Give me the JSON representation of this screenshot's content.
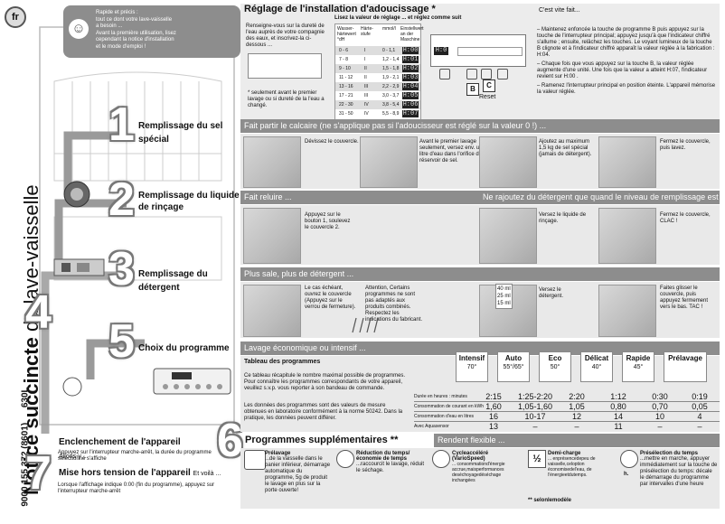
{
  "lang_badge": "fr",
  "title_bold": "Notice succincte",
  "title_rest": " du lave-vaisselle",
  "doc_code": "9000 155 372 (8601)",
  "model": "630L",
  "tip": {
    "lines": [
      "Rapide et précis :",
      "tout ce dont votre lave-vaisselle",
      "a besoin ...",
      "Avant la première utilisation, lisez",
      "cependant la notice d'installation",
      "et le mode d'emploi !"
    ]
  },
  "steps": {
    "s1": {
      "num": "1",
      "title": "Remplissage du sel spécial",
      "bar": "Fait partir le calcaire (ne s'applique pas si l'adoucisseur est réglé sur la valeur 0 !) ..."
    },
    "s2": {
      "num": "2",
      "title": "Remplissage du liquide",
      "title2": "de rinçage",
      "bar": "Fait reluire ...",
      "bar_right": "Ne rajoutez du détergent que quand le niveau de remplissage est affiché !"
    },
    "s3": {
      "num": "3",
      "title": "Remplissage du détergent",
      "bar": "Plus sale, plus de détergent ..."
    },
    "s4": {
      "num": "4"
    },
    "s5": {
      "num": "5",
      "title": "Choix du programme",
      "bar": "Lavage économique ou intensif ..."
    },
    "s6": {
      "num": "6",
      "title": "Programmes supplémentaires **",
      "bar": "Rendent flexible ..."
    },
    "s7": {
      "num": "7",
      "title": "Mise hors tension de l'appareil",
      "bar": "Et voilà ...",
      "text": "Lorsque l'affichage indique 0:00 (fin du programme), appuyez sur l'interrupteur marche-arrêt"
    },
    "enclenchement": {
      "title": "Enclenchement de l'appareil",
      "bar": "Allons-y ...",
      "text": "Appuyez sur l'interrupteur marche-arrêt, la durée du programme sélectionné s'affiche"
    }
  },
  "softener": {
    "title": "Réglage de l'installation d'adoucissage *",
    "right_label": "C'est vite fait...",
    "subtitle": "Lisez la valeur de réglage ... et réglez comme suit",
    "left_text": "Renseigne-vous sur la dureté de l'eau auprès de votre compagnie des eaux, et inscrivez-la ci-dessous ...",
    "footnote": "* seulement avant le premier lavage ou si dureté de la l'eau a changé.",
    "headers": [
      "Wasser-härtewert °dH",
      "Härte-stufe",
      "mmol/l",
      "Einstellwert an der Maschine"
    ],
    "rows": [
      [
        "0 - 6",
        "I",
        "0 - 1,1",
        "H:00"
      ],
      [
        "7 - 8",
        "I",
        "1,2 - 1,4",
        "H:01"
      ],
      [
        "9 - 10",
        "II",
        "1,5 - 1,8",
        "H:02"
      ],
      [
        "11 - 12",
        "II",
        "1,9 - 2,1",
        "H:03"
      ],
      [
        "13 - 16",
        "III",
        "2,2 - 2,9",
        "H:04"
      ],
      [
        "17 - 21",
        "III",
        "3,0 - 3,7",
        "H:05"
      ],
      [
        "22 - 30",
        "IV",
        "3,8 - 5,4",
        "H:06"
      ],
      [
        "31 - 50",
        "IV",
        "5,5 - 8,9",
        "H:07"
      ]
    ],
    "panel_labels": {
      "b": "B",
      "c": "C",
      "reset": "Reset"
    },
    "instructions": [
      "– Maintenez enfoncée la touche de programme B puis appuyez sur la touche de l'interrupteur principal; appuyez jusqu'à que l'indicateur chiffré s'allume ; ensuite, relâchez les touches. Le voyant lumineux de la touche B clignote et à l'indicateur chiffré apparaît la valeur réglée à la fabrication : H:04.",
      "– Chaque fois que vous appuyez sur la touche B, la valeur réglée augmente d'une unité. Une fois que la valeur a atteint H:07, l'indicateur revient sur H:00 .",
      "– Ramenez l'interrupteur principal en position éteinte. L'appareil mémorise la valeur réglée."
    ]
  },
  "salt": {
    "c1": "Dévissez le couvercle.",
    "c2": "Avant le premier lavage seulement, versez env. un litre d'eau dans l'orifice du réservoir de sel.",
    "c3": "Ajoutez au maximum 1,5 kg de sel spécial (jamais de détergent).",
    "c4": "Fermez le couvercle, puis lavez."
  },
  "rinse": {
    "c1": "Appuyez sur le bouton 1, soulevez le couvercle 2.",
    "c2": "Versez le liquide de rinçage.",
    "c3": "Fermez le couvercle, CLAC !"
  },
  "detergent": {
    "c1": "Le cas échéant, ouvrez le couvercle (Appuyez sur le verrou de fermeture).",
    "c2": "Attention, Certains programmes ne sont pas adaptés aux produits combinés. Respectez les indications du fabricant.",
    "c3": "Versez le détergent.",
    "c4": "Faites glisser le couvercle, puis appuyez fermement vers le bas. TAC !",
    "doses": [
      "40 ml",
      "25 ml",
      "15 ml"
    ]
  },
  "programs": {
    "table_title": "Tableau des programmes",
    "description": "Ce tableau récapitule le nombre maximal possible de programmes. Pour connaître les programmes correspondants de votre appareil, veuillez s.v.p. vous reporter à son bandeau de commande.",
    "note": "Les données des programmes sont des valeurs de mesure obtenues en laboratoire conformément à la norme 50242. Dans la pratique, les données peuvent différer.",
    "columns": [
      {
        "name": "Intensif",
        "temp": "70°"
      },
      {
        "name": "Auto",
        "temp": "55°/65°"
      },
      {
        "name": "Eco",
        "temp": "50°"
      },
      {
        "name": "Délicat",
        "temp": "40°"
      },
      {
        "name": "Rapide",
        "temp": "45°"
      },
      {
        "name": "Prélavage",
        "temp": ""
      }
    ],
    "rows": [
      {
        "label": "Durée en heures : minutes",
        "values": [
          "2:15",
          "1:25-2:20",
          "2:20",
          "1:12",
          "0:30",
          "0:19"
        ]
      },
      {
        "label": "Consommation de courant en kWh",
        "values": [
          "1,60",
          "1,05-1,60",
          "1,05",
          "0,80",
          "0,70",
          "0,05"
        ]
      },
      {
        "label": "Consommation d'eau en litres",
        "values": [
          "16",
          "10-17",
          "12",
          "14",
          "10",
          "4"
        ]
      },
      {
        "label": "Avec Aquasensor",
        "values": [
          "13",
          "–",
          "–",
          "11",
          "–",
          "–"
        ]
      }
    ]
  },
  "extras": {
    "prelavage": {
      "title": "Prélavage",
      "text": "...de la vaisselle dans le panier inférieur, démarrage automatique du programme, 5g de produit le lavage en plus sur la porte ouverte!"
    },
    "reduction": {
      "title": "Réduction du temps/ économie de temps",
      "text": "...raccourcit le lavage, réduit le séchage."
    },
    "vario": {
      "title": "Cycleaccéléré (VarioSpeed)",
      "text": "... consommationd'énergie accrue,maisperformances deséchoyagedéséchage inchangées"
    },
    "demi": {
      "title": "Demi-charge",
      "text": "... enprésencedepeu de vaisselle,celoption économisedel'eau, de l'énergieetdutemps."
    },
    "preselection": {
      "title": "Présélection du temps",
      "text": "...mettre en marche, appuyer immédiatement sur la touche de présélection du temps: décale le démarrage du programme par intervalles d'une heure"
    },
    "half_icon": "½",
    "h_label": "h.",
    "footnote": "** selonlemodèle"
  }
}
